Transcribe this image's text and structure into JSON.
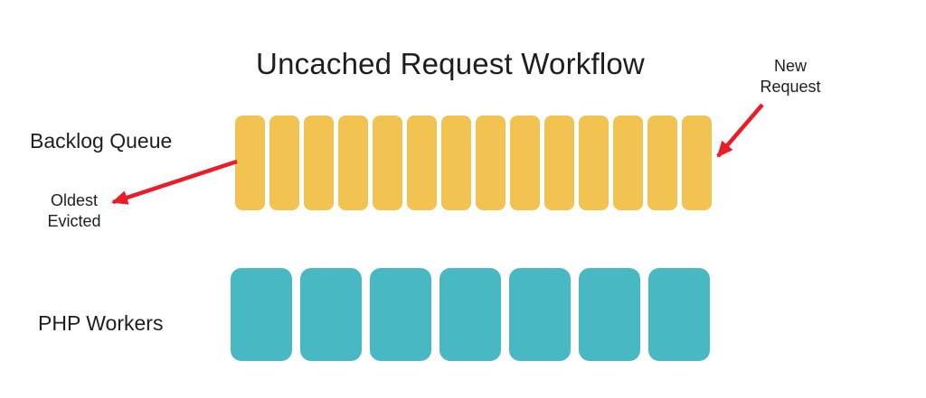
{
  "title": "Uncached Request Workflow",
  "colors": {
    "background": "#FFFFFF",
    "queue_slot": "#F3C351",
    "worker_slot": "#48B8C3",
    "arrow": "#EC1C26",
    "text": "#1E1E1E"
  },
  "backlog_queue": {
    "label": "Backlog Queue",
    "slot_count": 14
  },
  "php_workers": {
    "label": "PHP Workers",
    "slot_count": 7
  },
  "annotations": {
    "new_request": {
      "line1": "New",
      "line2": "Request"
    },
    "oldest_evicted": {
      "line1": "Oldest",
      "line2": "Evicted"
    }
  }
}
